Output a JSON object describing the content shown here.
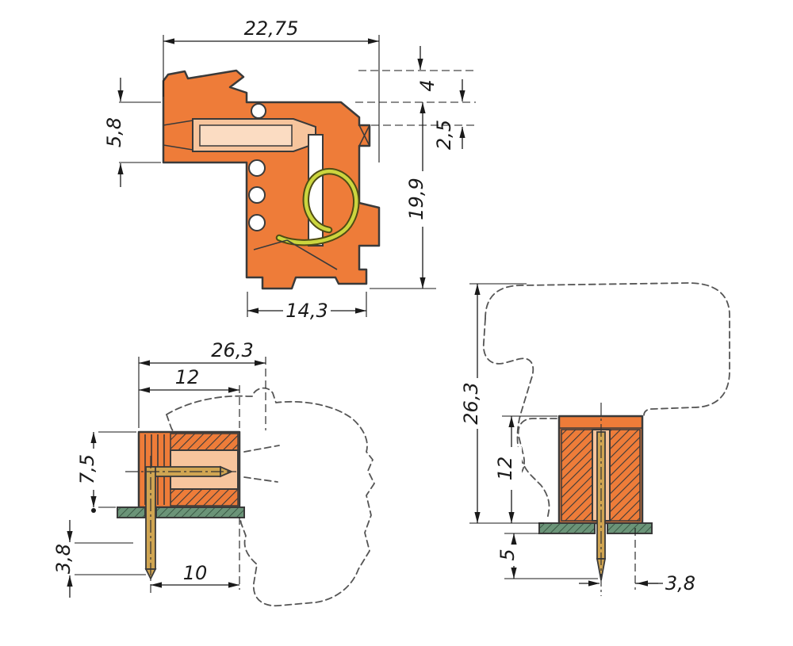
{
  "meta": {
    "type": "technical dimension drawing",
    "units": "mm",
    "subject": "female connector for PCB, angled"
  },
  "colors": {
    "bg": "#ffffff",
    "body": "#ee7c39",
    "cavity": "#f7c59d",
    "cavity2": "#fbdcc2",
    "outline": "#3a3a3a",
    "dim": "#1a1a1a",
    "dashed": "#555555",
    "spring": "#ccd63e",
    "springDark": "#4f4c15",
    "pin": "#d0a552",
    "pcb": "#6b9478"
  },
  "views": {
    "section": {
      "label": "side cross-section",
      "dims": {
        "total_width": "22,75",
        "latch_height": "4",
        "upper_height": "5,8",
        "step_height": "2,5",
        "body_height": "19,9",
        "lower_width": "14,3"
      }
    },
    "side": {
      "label": "side view mounted on PCB",
      "dims": {
        "total_depth": "26,3",
        "housing_depth": "12",
        "height_above_pcb": "7,5",
        "pin_tip_length": "3,8",
        "pin_setback": "10"
      }
    },
    "front": {
      "label": "front view mounted on PCB",
      "dims": {
        "total_height": "26,3",
        "body_height": "12",
        "pin_length_below": "5",
        "pin_offset": "3,8"
      }
    }
  }
}
